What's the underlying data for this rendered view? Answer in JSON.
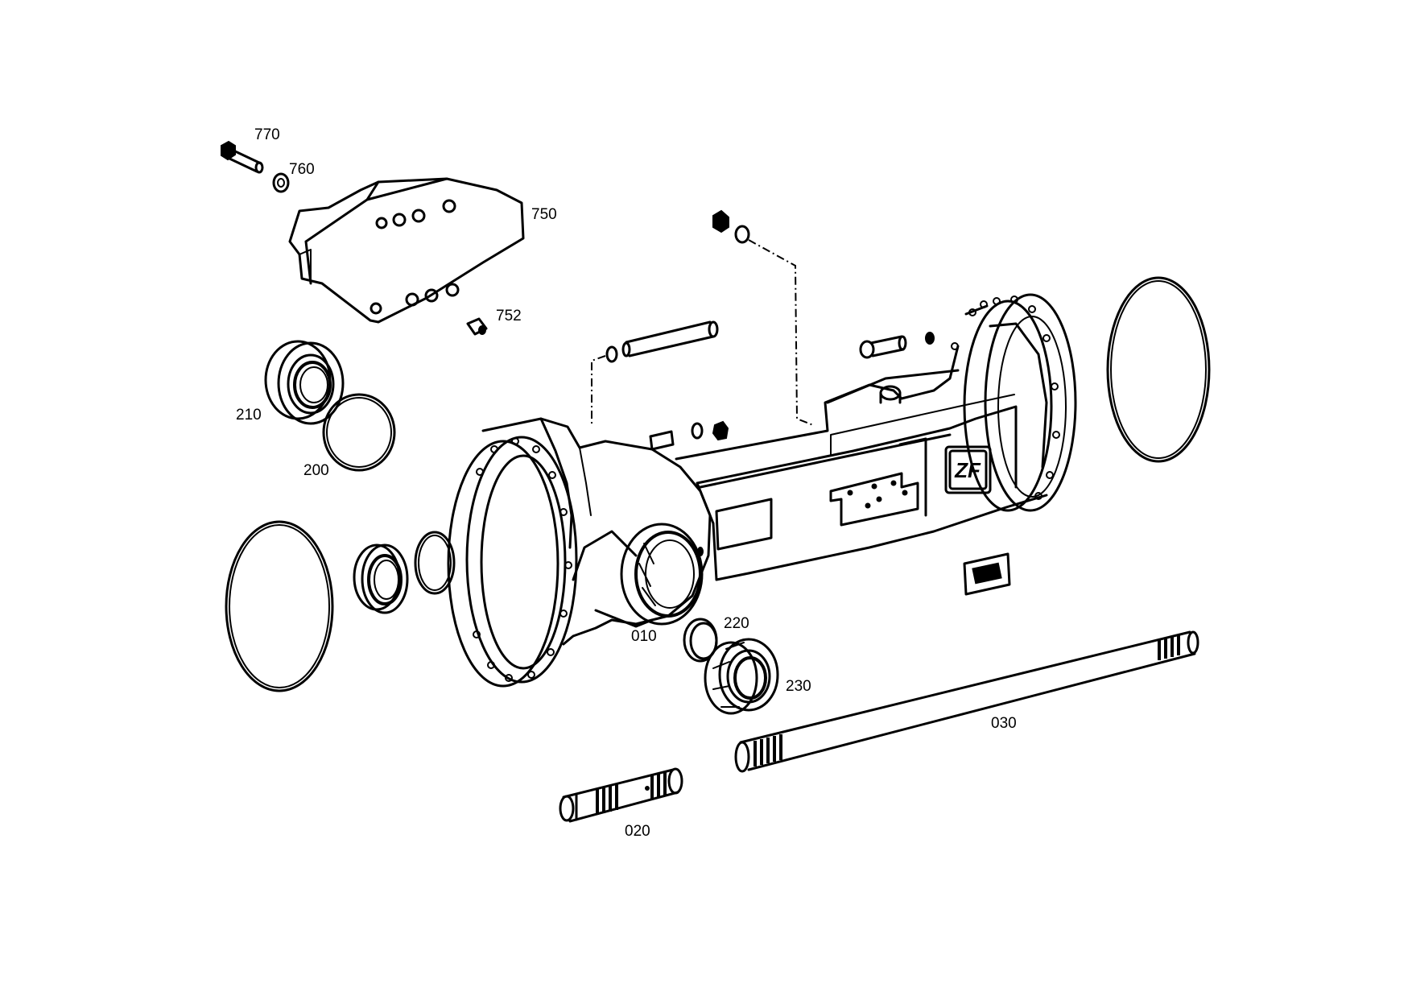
{
  "callouts": {
    "p770": "770",
    "p760": "760",
    "p750": "750",
    "p752": "752",
    "p210": "210",
    "p200": "200",
    "p010": "010",
    "p220": "220",
    "p230": "230",
    "p030": "030",
    "p020": "020"
  },
  "logo": {
    "text": "ZF"
  }
}
